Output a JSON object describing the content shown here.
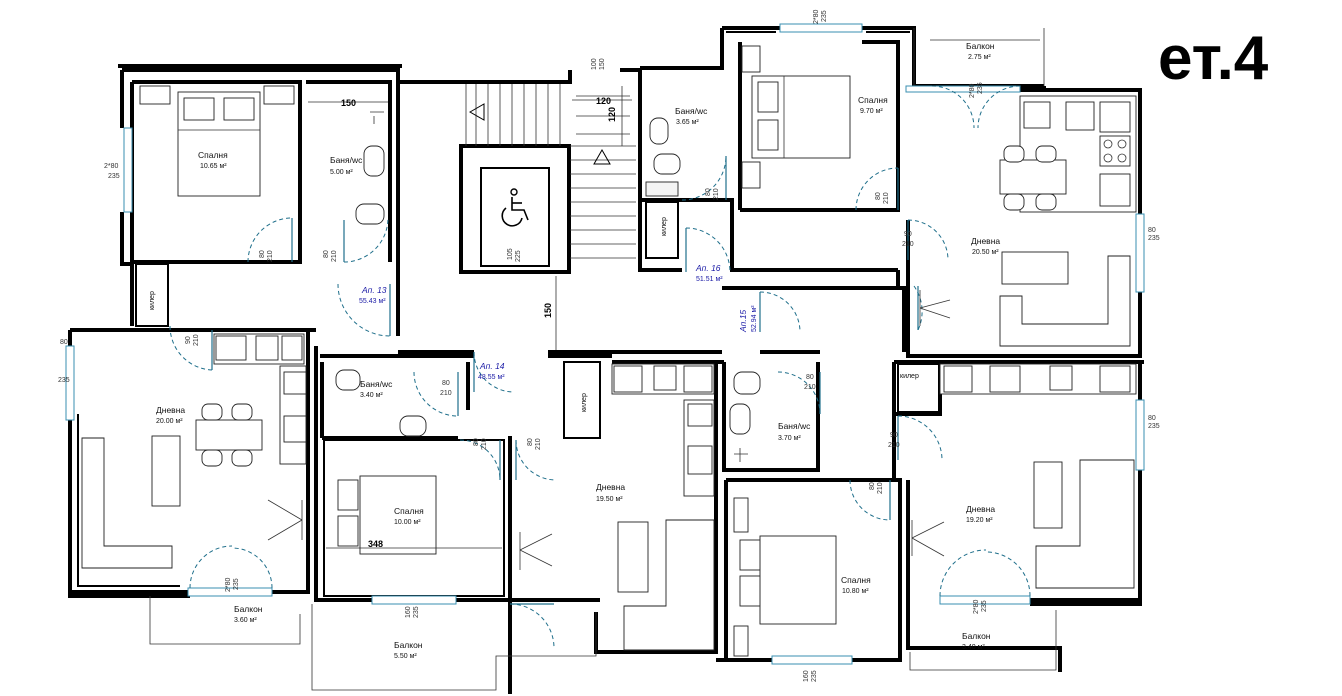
{
  "floor_label": "ет.4",
  "rooms": [
    {
      "id": "bed-13",
      "name": "Спалня",
      "area": "10.65 м²"
    },
    {
      "id": "bath-13",
      "name": "Баня/wc",
      "area": "5.00 м²"
    },
    {
      "id": "bath-16",
      "name": "Баня/wc",
      "area": "3.65 м²"
    },
    {
      "id": "bed-16",
      "name": "Спалня",
      "area": "9.70 м²"
    },
    {
      "id": "balc-16",
      "name": "Балкон",
      "area": "2.75 м²"
    },
    {
      "id": "living-16",
      "name": "Дневна",
      "area": "20.50 м²"
    },
    {
      "id": "living-13",
      "name": "Дневна",
      "area": "20.00 м²"
    },
    {
      "id": "bath-14",
      "name": "Баня/wc",
      "area": "3.40 м²"
    },
    {
      "id": "bed-14",
      "name": "Спалня",
      "area": "10.00 м²"
    },
    {
      "id": "living-14",
      "name": "Дневна",
      "area": "19.50 м²"
    },
    {
      "id": "bath-15",
      "name": "Баня/wc",
      "area": "3.70 м²"
    },
    {
      "id": "living-15",
      "name": "Дневна",
      "area": "19.20 м²"
    },
    {
      "id": "bed-15",
      "name": "Спалня",
      "area": "10.80 м²"
    },
    {
      "id": "balc-13",
      "name": "Балкон",
      "area": "3.60 м²"
    },
    {
      "id": "balc-14",
      "name": "Балкон",
      "area": "5.50 м²"
    },
    {
      "id": "balc-15",
      "name": "Балкон",
      "area": "3.40 м²"
    }
  ],
  "apartments": [
    {
      "id": "ap13",
      "name": "Ап. 13",
      "area": "55.43 м²"
    },
    {
      "id": "ap14",
      "name": "Ап. 14",
      "area": "48.55 м²"
    },
    {
      "id": "ap15",
      "name": "Ап.15",
      "area": "52.94 м²"
    },
    {
      "id": "ap16",
      "name": "Ап. 16",
      "area": "51.51 м²"
    }
  ],
  "storage_label": "килер",
  "dimensions": {
    "d150a": "150",
    "d120a": "120",
    "d120b": "120",
    "d150b": "150",
    "d348": "348",
    "d80": "80",
    "d90": "90",
    "d210": "210",
    "d235": "235",
    "d2x80": "2*80",
    "d160": "160",
    "d100": "100",
    "d105": "105",
    "d225": "225"
  }
}
